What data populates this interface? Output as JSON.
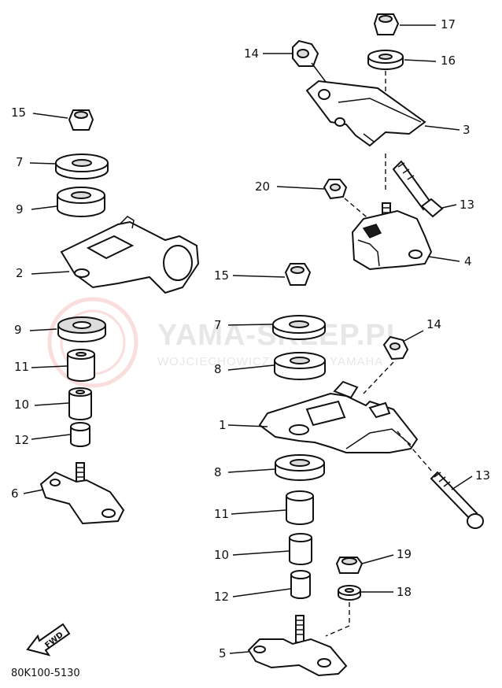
{
  "diagram_code": "80K100-5130",
  "fwd_label": "FWD",
  "watermark": {
    "line1": "YAMA-SKLEP.PL",
    "line2": "WOJCIECHOWICZ DEALER YAMAHA"
  },
  "callouts": {
    "c17": "17",
    "c16": "16",
    "c14a": "14",
    "c3": "3",
    "c20": "20",
    "c13a": "13",
    "c4": "4",
    "c15a": "15",
    "c7a": "7",
    "c9a": "9",
    "c2": "2",
    "c9b": "9",
    "c11a": "11",
    "c10a": "10",
    "c12a": "12",
    "c6": "6",
    "c15b": "15",
    "c7b": "7",
    "c14b": "14",
    "c8a": "8",
    "c1": "1",
    "c13b": "13",
    "c8b": "8",
    "c11b": "11",
    "c10b": "10",
    "c19": "19",
    "c12b": "12",
    "c18": "18",
    "c5": "5"
  }
}
